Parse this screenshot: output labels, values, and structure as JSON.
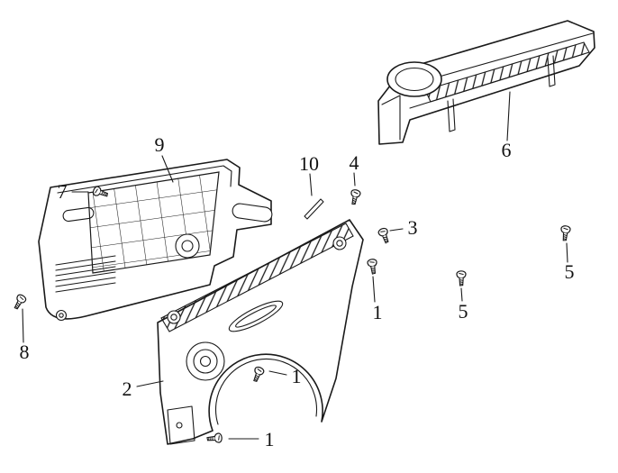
{
  "diagram": {
    "colors": {
      "line": "#1a1a1a",
      "background": "#ffffff",
      "label": "#111111"
    },
    "callouts": [
      {
        "label": "9"
      },
      {
        "label": "7"
      },
      {
        "label": "10"
      },
      {
        "label": "4"
      },
      {
        "label": "3"
      },
      {
        "label": "6"
      },
      {
        "label": "5"
      },
      {
        "label": "5"
      },
      {
        "label": "1"
      },
      {
        "label": "8"
      },
      {
        "label": "2"
      },
      {
        "label": "1"
      },
      {
        "label": "1"
      }
    ]
  }
}
